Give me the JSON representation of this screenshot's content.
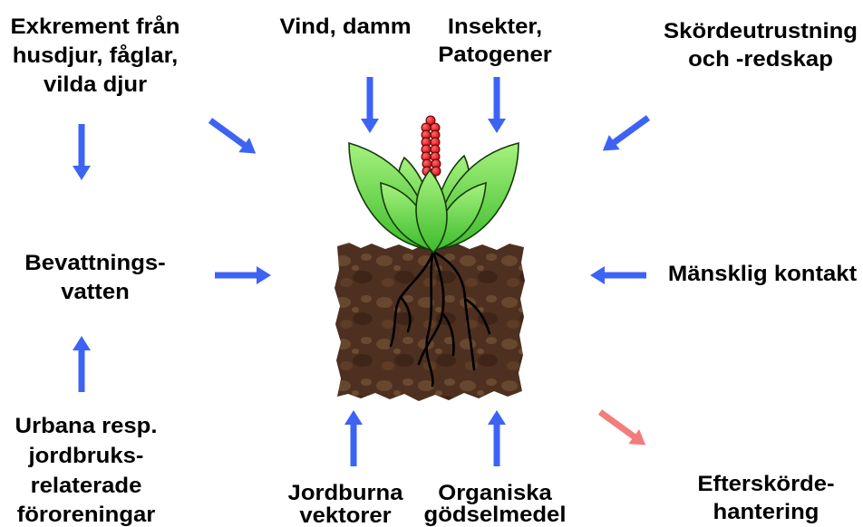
{
  "labels": {
    "excrement": [
      "Exkrement från",
      "husdjur, fåglar,",
      "vilda djur"
    ],
    "wind": [
      "Vind, damm"
    ],
    "insects": [
      "Insekter,",
      "Patogener"
    ],
    "harvest_equipment": [
      "Skördeutrustning",
      "och -redskap"
    ],
    "irrigation": [
      "Bevattnings-",
      "vatten"
    ],
    "human_contact": [
      "Mänsklig kontakt"
    ],
    "pollution": [
      "Urbana resp.",
      "jordbruks-",
      "relaterade",
      "föroreningar"
    ],
    "soil_vectors": [
      "Jordburna",
      "vektorer"
    ],
    "fertilizer": [
      "Organiska",
      "gödselmedel"
    ],
    "post_harvest": [
      "Efterskörde-",
      "hantering"
    ]
  },
  "colors": {
    "text": "#000000",
    "arrow": "#3d63f5",
    "post_harvest_arrow": "#f47c7c",
    "soil": "#4e3020",
    "bead": "#e0121c"
  }
}
